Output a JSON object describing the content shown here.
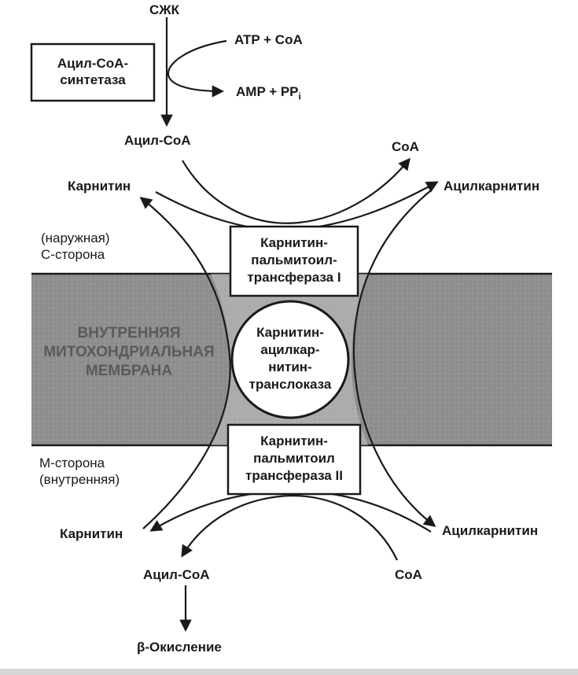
{
  "labels": {
    "fa": "СЖК",
    "atp_coa": "ATP + CoA",
    "amp": "AMP + PP",
    "amp_sub": "i",
    "acyl_coa_top": "Ацил-CoA",
    "coa_top": "CoA",
    "carnitine_top": "Карнитин",
    "acylcarnitine_top": "Ацилкарнитин",
    "outer_side_1": "(наружная)",
    "outer_side_2": "С-сторона",
    "inner_side_1": "М-сторона",
    "inner_side_2": "(внутренняя)",
    "carnitine_bottom": "Карнитин",
    "acylcarnitine_bottom": "Ацилкарнитин",
    "acyl_coa_bottom": "Ацил-CoA",
    "coa_bottom": "CoA",
    "beta_oxidation": "β-Окисление"
  },
  "synthetase": {
    "line1": "Ацил-CoA-",
    "line2": "синтетаза"
  },
  "membrane": {
    "line1": "ВНУТРЕННЯЯ",
    "line2": "МИТОХОНДРИАЛЬНАЯ",
    "line3": "МЕМБРАНА"
  },
  "cpt1": {
    "line1": "Карнитин-",
    "line2": "пальмитоил-",
    "line3": "трансфераза I"
  },
  "translocase": {
    "line1": "Карнитин-",
    "line2": "ацилкар-",
    "line3": "нитин-",
    "line4": "транслоказа"
  },
  "cpt2": {
    "line1": "Карнитин-",
    "line2": "пальмитоил",
    "line3": "трансфераза II"
  },
  "colors": {
    "membrane_fill": "#8f8f8f",
    "ink": "#1a1a1a",
    "background": "#ffffff"
  }
}
